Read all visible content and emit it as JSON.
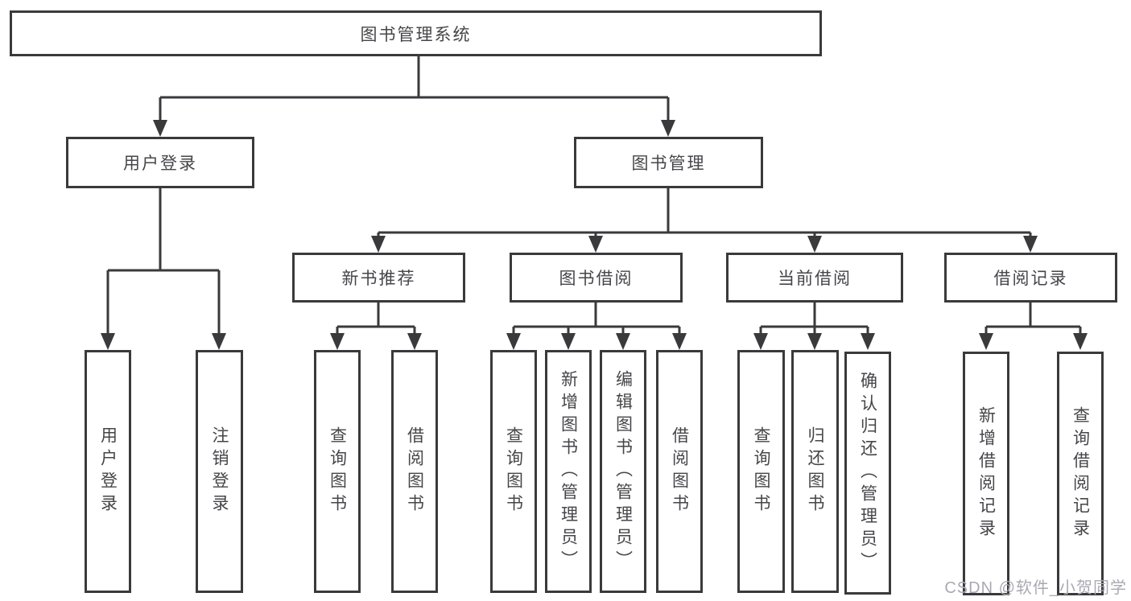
{
  "tree": {
    "label": "图书管理系统",
    "children": [
      {
        "label": "用户登录",
        "children": [
          {
            "label": "用户登录"
          },
          {
            "label": "注销登录"
          }
        ]
      },
      {
        "label": "图书管理",
        "children": [
          {
            "label": "新书推荐",
            "children": [
              {
                "label": "查询图书"
              },
              {
                "label": "借阅图书"
              }
            ]
          },
          {
            "label": "图书借阅",
            "children": [
              {
                "label": "查询图书"
              },
              {
                "label": "新增图书（管理员）"
              },
              {
                "label": "编辑图书（管理员）"
              },
              {
                "label": "借阅图书"
              }
            ]
          },
          {
            "label": "当前借阅",
            "children": [
              {
                "label": "查询图书"
              },
              {
                "label": "归还图书"
              },
              {
                "label": "确认归还（管理员）"
              }
            ]
          },
          {
            "label": "借阅记录",
            "children": [
              {
                "label": "新增借阅记录"
              },
              {
                "label": "查询借阅记录"
              }
            ]
          }
        ]
      }
    ]
  },
  "watermark": {
    "text": "CSDN @软件_小贺同学"
  },
  "colors": {
    "line": "#3a3a3c",
    "text": "#46464a",
    "watermark": "#aaa9b3",
    "background": "#ffffff"
  }
}
